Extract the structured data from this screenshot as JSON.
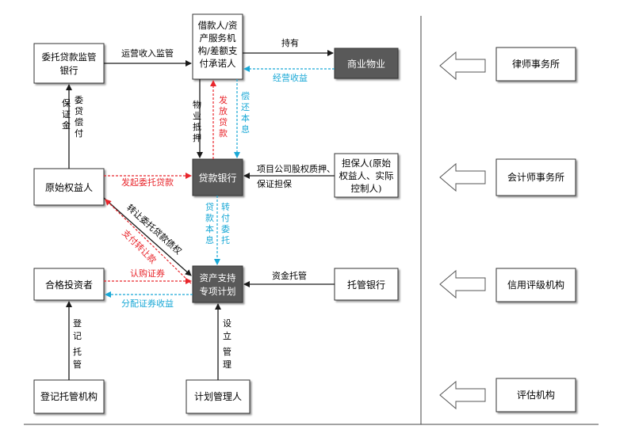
{
  "nodes": {
    "entrust_bank": "委托贷款监管银行",
    "borrower": "借款人/资产服务机构/差额支付承诺人",
    "commercial_property": "商业物业",
    "original_holder": "原始权益人",
    "lending_bank": "贷款银行",
    "guarantor": "担保人(原始权益人、实际控制人)",
    "qualified_investor": "合格投资者",
    "abs_plan": "资产支持专项计划",
    "custodian_bank": "托管银行",
    "registry": "登记托管机构",
    "plan_manager": "计划管理人",
    "law_firm": "律师事务所",
    "accounting_firm": "会计师事务所",
    "credit_rating": "信用评级机构",
    "appraisal": "评估机构"
  },
  "edges": {
    "ops_income_supervision": "运营收入监管",
    "holds": "持有",
    "operating_income": "经营收益",
    "property_mortgage": "物业抵押",
    "disburse_loan": "发放贷款",
    "repay_principal_interest": "偿还本息",
    "guarantee_entrust_repay_a": "保证金",
    "guarantee_entrust_repay_b": "委贷偿付",
    "initiate_entrusted_loan": "发起委托贷款",
    "equity_pledge_guarantee": "项目公司股权质押、保证担保",
    "transfer_loan_interest": "贷款本息转付委托",
    "transfer_claim": "转让委托贷款债权",
    "pay_transfer_price": "支付转让款",
    "subscribe_securities": "认购证券",
    "distribute_income": "分配证券收益",
    "fund_custody": "资金托管",
    "registration_custody": "登记托管",
    "establish_manage": "设立管理"
  },
  "colors": {
    "black_edge": "#1a1a1a",
    "red_edge": "#e8262c",
    "blue_edge": "#19a8d6",
    "dark_box": "#595959",
    "dark_text": "#ffffff"
  }
}
